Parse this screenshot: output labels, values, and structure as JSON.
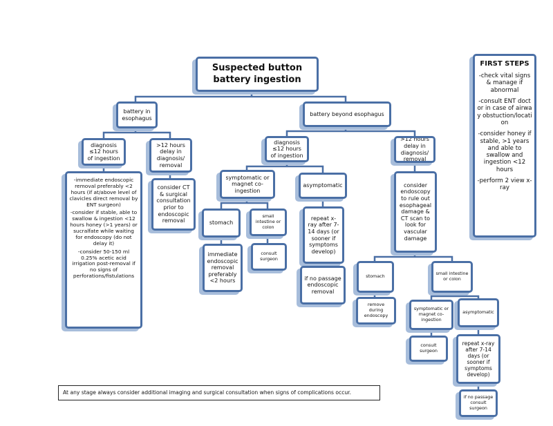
{
  "title_box": {
    "line1": "Suspected button",
    "line2": "battery ingestion"
  },
  "first_steps": {
    "heading": "FIRST STEPS",
    "items": [
      "-check vital signs & manage if abnormal",
      "-consult ENT doctor in case of airway obstuction/location",
      "-consider honey if stable, >1 years and able to swallow and ingestion <12 hours",
      "-perform 2 view x-ray"
    ]
  },
  "esophagus": {
    "label": "battery in esophagus",
    "early": {
      "label": "diagnosis ≤12 hours of ingestion",
      "action": [
        "-immediate endoscopic removal preferably <2 hours (if at/above level of clavicles direct removal by ENT surgeon)",
        "-consider if stable, able to swallow & ingestion <12 hours honey (>1 years) or sucralfate while waiting for endoscopy (do not delay it)",
        "-consider 50-150 ml 0.25% acetic acid irrigation post-removal if no signs of perforations/fistulations"
      ]
    },
    "late": {
      "label": ">12 hours delay in diagnosis/ removal",
      "action": "consider CT & surgical consultation prior to endoscopic removal"
    }
  },
  "beyond": {
    "label": "battery beyond esophagus",
    "early": {
      "label": "diagnosis ≤12 hours of ingestion",
      "symptomatic": {
        "label": "symptomatic or magnet co-ingestion",
        "stomach": {
          "label": "stomach",
          "action": "immediate endoscopic removal preferably <2 hours"
        },
        "intestine": {
          "label": "small intestine or colon",
          "action": "consult surgeon"
        }
      },
      "asymptomatic": {
        "label": "asymptomatic",
        "action": "repeat x-ray after 7-14 days (or sooner if symptoms develop)",
        "next": "if no passage endoscopic removal"
      }
    },
    "late": {
      "label": ">12 hours delay in diagnosis/ removal",
      "action": "consider endoscopy to rule out esophageal damage & CT scan to look for vascular damage",
      "stomach": {
        "label": "stomach",
        "action": "remove during endoscopy"
      },
      "intestine": {
        "label": "small intestine or colon",
        "symptomatic": {
          "label": "symptomatic or magnet co-ingestion",
          "action": "consult surgeon"
        },
        "asymptomatic": {
          "label": "asymptomatic",
          "action": "repeat x-ray after 7-14 days (or sooner if symptoms develop)",
          "next": "if no passage consult surgeon"
        }
      }
    }
  },
  "footnote": "At any stage always consider additional imaging and surgical consultation when signs of complications occur."
}
